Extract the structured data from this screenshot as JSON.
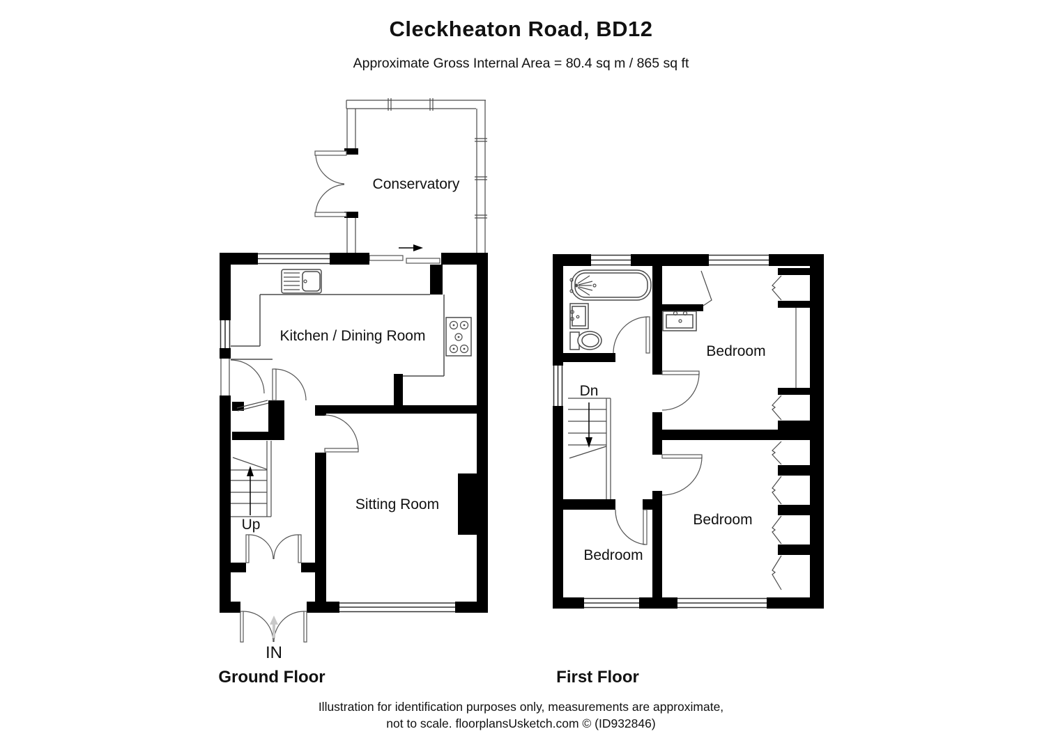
{
  "title": "Cleckheaton Road, BD12",
  "subtitle": "Approximate Gross Internal Area = 80.4 sq m / 865 sq ft",
  "ground_floor": {
    "label": "Ground Floor",
    "conservatory_label": "Conservatory",
    "kitchen_label": "Kitchen / Dining Room",
    "sitting_room_label": "Sitting Room",
    "stairs_label": "Up",
    "entrance_label": "IN"
  },
  "first_floor": {
    "label": "First Floor",
    "bedroom_top_label": "Bedroom",
    "bedroom_right_label": "Bedroom",
    "bedroom_small_label": "Bedroom",
    "stairs_label": "Dn"
  },
  "footer": {
    "line1": "Illustration for identification purposes only, measurements are approximate,",
    "line2": "not to scale. floorplansUsketch.com © (ID932846)"
  },
  "colors": {
    "wall": "#000000",
    "line": "#4a4a4a",
    "text": "#111111",
    "light_arrow": "#c8c8c8",
    "background": "#ffffff"
  }
}
